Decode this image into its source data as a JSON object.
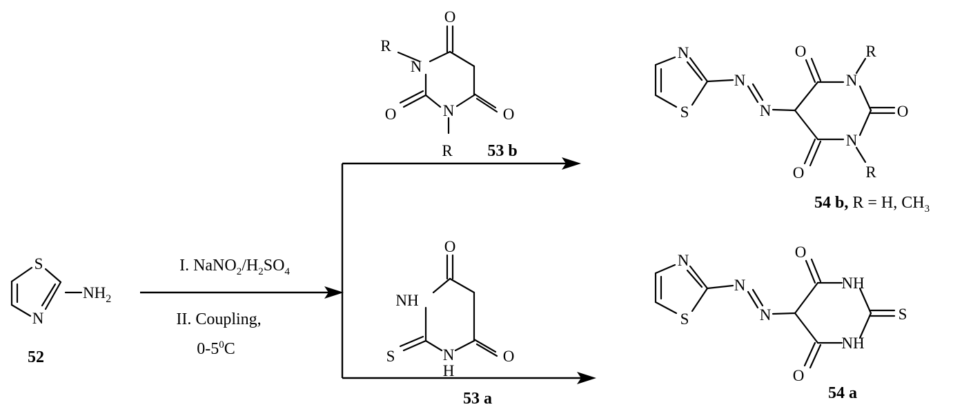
{
  "compounds": {
    "c52": {
      "label": "52",
      "atoms": {
        "S": "S",
        "N": "N",
        "NH2_base": "NH",
        "NH2_sub": "2"
      }
    },
    "c53b": {
      "label": "53 b",
      "atoms": {
        "O_top": "O",
        "O_right": "O",
        "O_left": "O",
        "N_top": "N",
        "N_bottom": "N",
        "R_top": "R",
        "R_bottom": "R"
      }
    },
    "c53a": {
      "label": "53 a",
      "atoms": {
        "O_top": "O",
        "O_right": "O",
        "NH_top": "NH",
        "S": "S",
        "N_bottom": "N",
        "H_bottom": "H"
      }
    },
    "c54b": {
      "label_bold": "54 b,",
      "label_rest": " R = H, CH",
      "label_sub": "3",
      "atoms": {
        "N_ring": "N",
        "S_ring": "S",
        "N_azo1": "N",
        "N_azo2": "N",
        "O_top": "O",
        "O_right": "O",
        "O_bottom": "O",
        "N_top": "N",
        "N_bottom": "N",
        "R_top": "R",
        "R_bottom": "R"
      }
    },
    "c54a": {
      "label": "54 a",
      "atoms": {
        "N_ring": "N",
        "S_ring": "S",
        "N_azo1": "N",
        "N_azo2": "N",
        "O_top": "O",
        "O_bottom": "O",
        "NH_top": "NH",
        "NH_bottom": "NH",
        "S_exo": "S"
      }
    }
  },
  "conditions": {
    "step1_prefix": "I. NaNO",
    "step1_sub1": "2",
    "step1_mid": "/H",
    "step1_sub2": "2",
    "step1_so": "SO",
    "step1_sub3": "4",
    "step2_line1": "II. Coupling,",
    "step2_temp": "0-5",
    "step2_sup": "0",
    "step2_unit": "C"
  }
}
